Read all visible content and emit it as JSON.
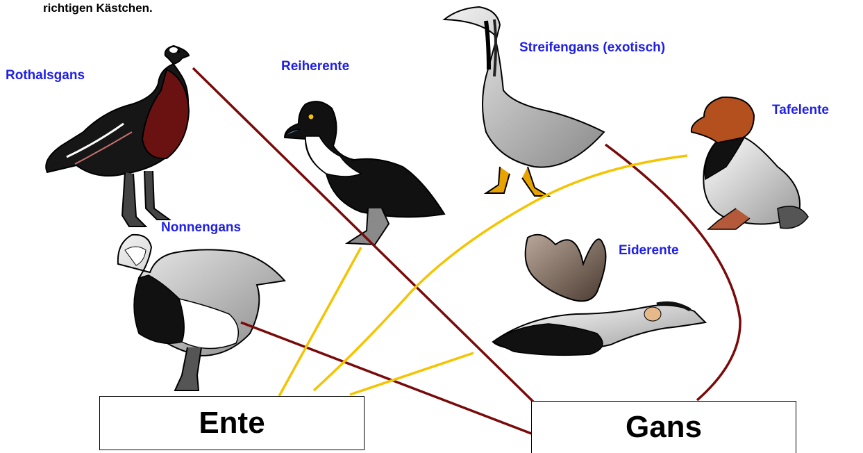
{
  "instruction": "richtigen Kästchen.",
  "birds": {
    "rothalsgans": "Rothalsgans",
    "reiherente": "Reiherente",
    "streifengans": "Streifengans (exotisch)",
    "tafelente": "Tafelente",
    "nonnengans": "Nonnengans",
    "eiderente": "Eiderente"
  },
  "boxes": {
    "ente": "Ente",
    "gans": "Gans"
  },
  "colors": {
    "label_blue": "#1f1fe6",
    "ente_line": "#f5c400",
    "gans_line": "#7a0a0a"
  },
  "connections": {
    "ente": [
      "Reiherente",
      "Tafelente",
      "Eiderente"
    ],
    "gans": [
      "Rothalsgans",
      "Nonnengans",
      "Streifengans (exotisch)"
    ]
  }
}
